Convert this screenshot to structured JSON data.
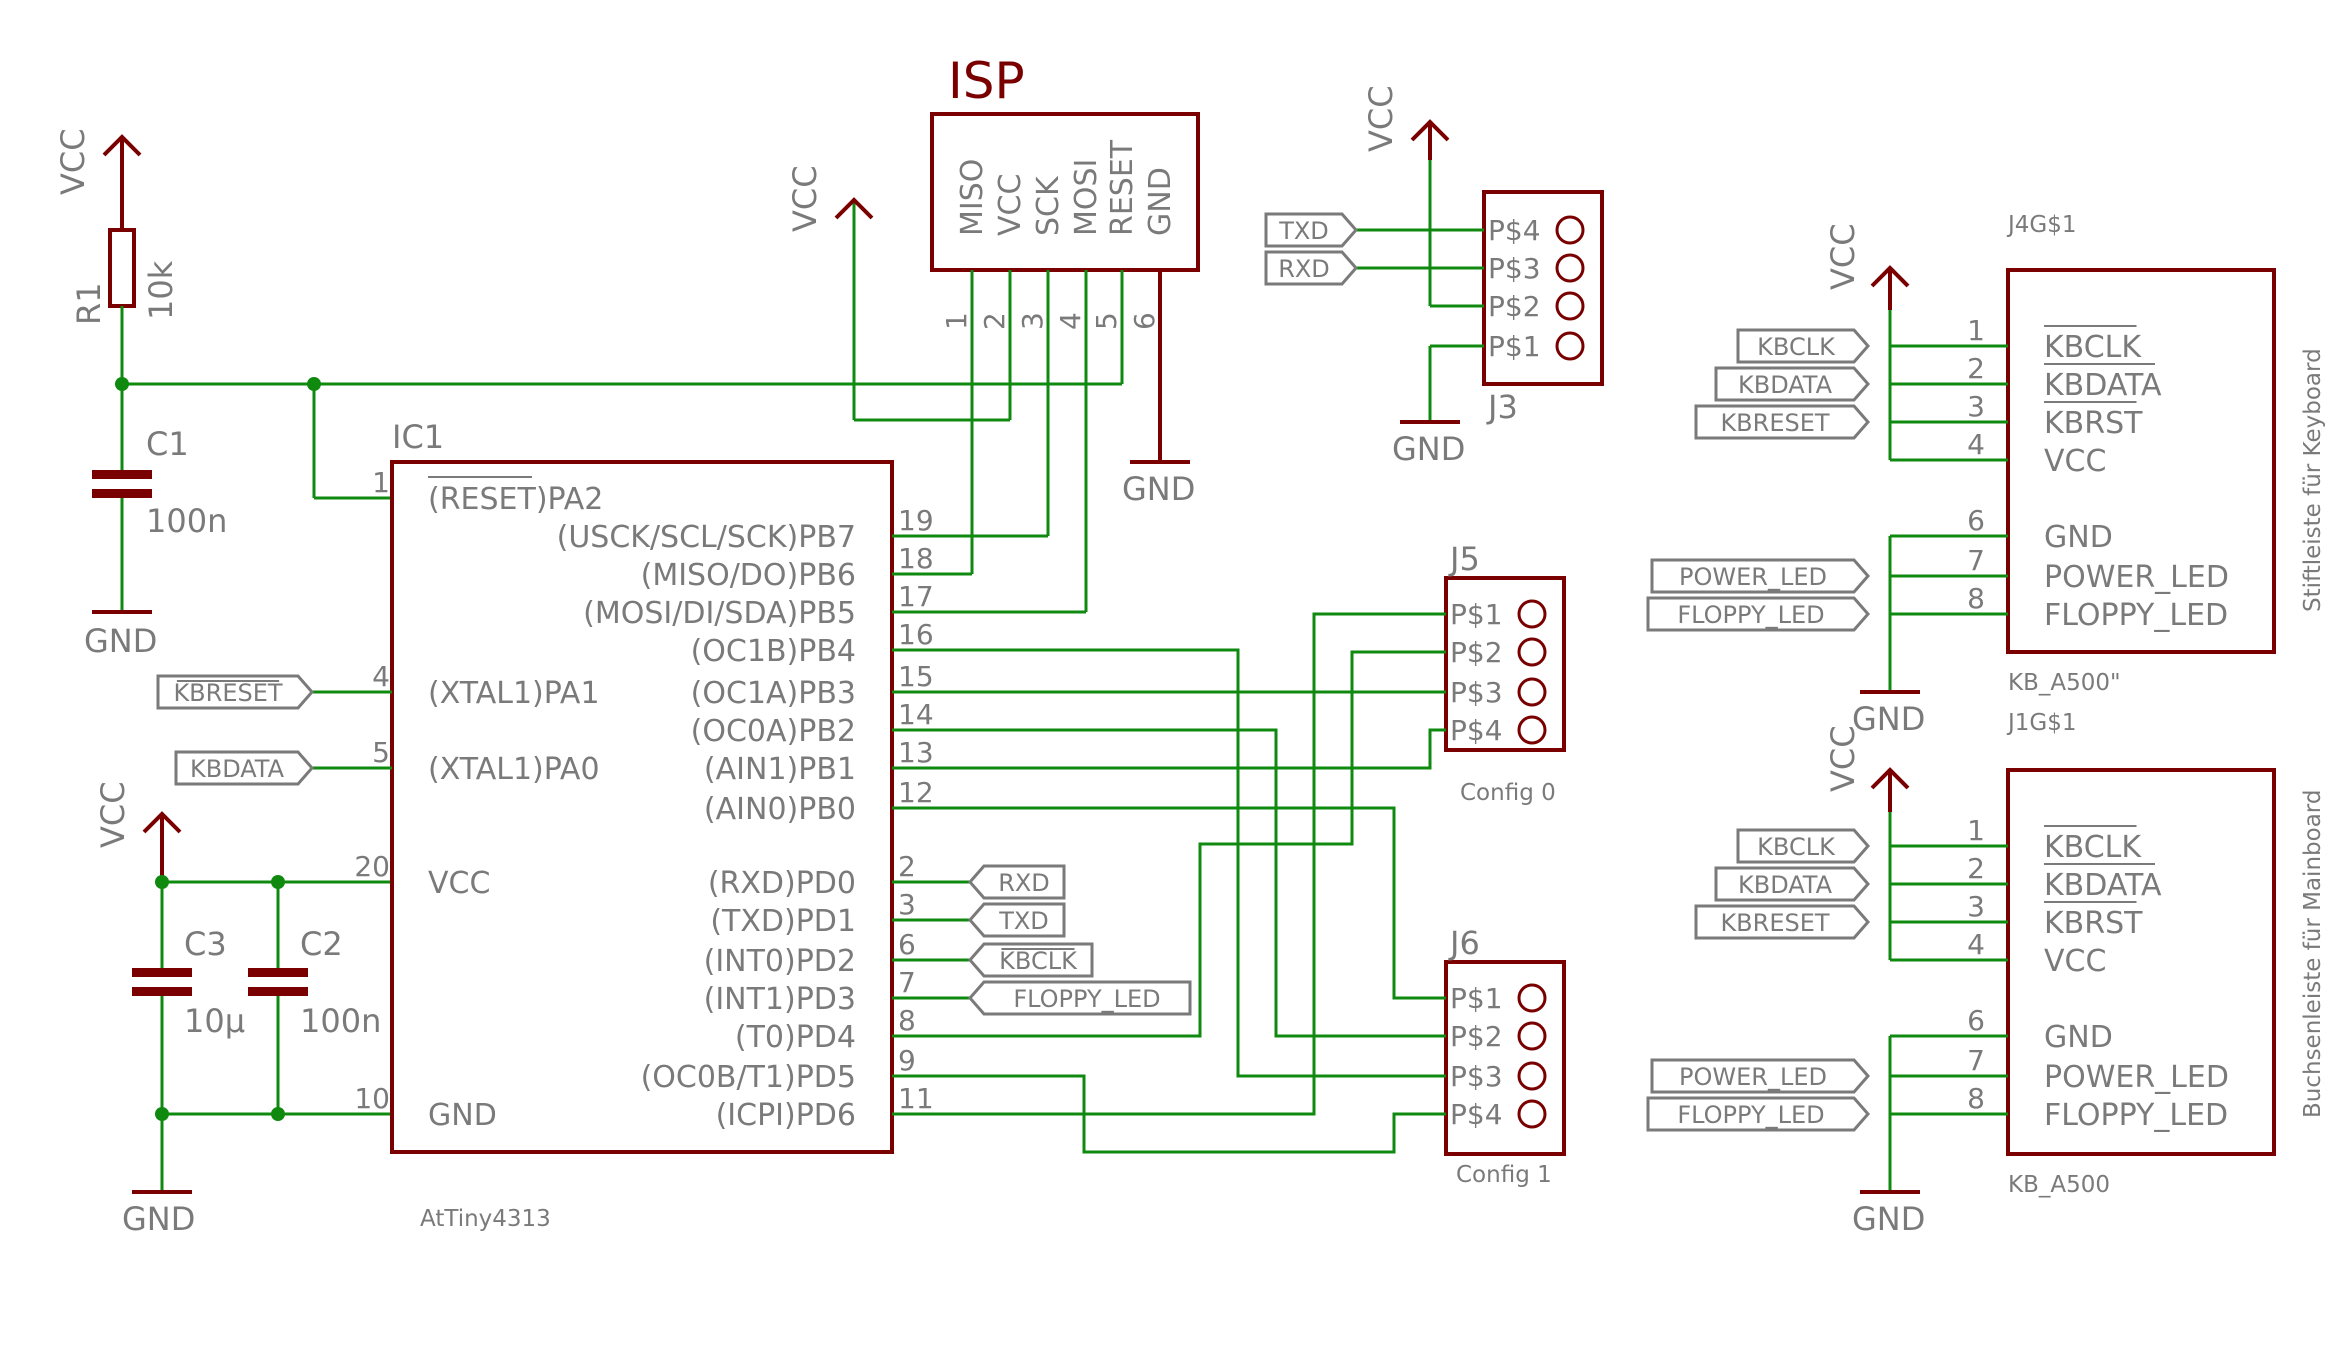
{
  "power": {
    "vcc": "VCC",
    "gnd": "GND"
  },
  "r1": {
    "ref": "R1",
    "value": "10k"
  },
  "c1": {
    "ref": "C1",
    "value": "100n"
  },
  "c2": {
    "ref": "C2",
    "value": "100n"
  },
  "c3": {
    "ref": "C3",
    "value": "10µ"
  },
  "ic1": {
    "ref": "IC1",
    "part": "AtTiny4313",
    "pins": [
      {
        "num": "1",
        "label": "(RESET)PA2"
      },
      {
        "num": "4",
        "label": "(XTAL1)PA1"
      },
      {
        "num": "5",
        "label": "(XTAL1)PA0"
      },
      {
        "num": "20",
        "label": "VCC"
      },
      {
        "num": "10",
        "label": "GND"
      },
      {
        "num": "19",
        "label": "(USCK/SCL/SCK)PB7"
      },
      {
        "num": "18",
        "label": "(MISO/DO)PB6"
      },
      {
        "num": "17",
        "label": "(MOSI/DI/SDA)PB5"
      },
      {
        "num": "16",
        "label": "(OC1B)PB4"
      },
      {
        "num": "15",
        "label": "(OC1A)PB3"
      },
      {
        "num": "14",
        "label": "(OC0A)PB2"
      },
      {
        "num": "13",
        "label": "(AIN1)PB1"
      },
      {
        "num": "12",
        "label": "(AIN0)PB0"
      },
      {
        "num": "2",
        "label": "(RXD)PD0"
      },
      {
        "num": "3",
        "label": "(TXD)PD1"
      },
      {
        "num": "6",
        "label": "(INT0)PD2"
      },
      {
        "num": "7",
        "label": "(INT1)PD3"
      },
      {
        "num": "8",
        "label": "(T0)PD4"
      },
      {
        "num": "9",
        "label": "(OC0B/T1)PD5"
      },
      {
        "num": "11",
        "label": "(ICPI)PD6"
      }
    ]
  },
  "isp": {
    "title": "ISP",
    "pins": [
      "MISO",
      "VCC",
      "SCK",
      "MOSI",
      "RESET",
      "GND"
    ],
    "nums": [
      "1",
      "2",
      "3",
      "4",
      "5",
      "6"
    ]
  },
  "j3": {
    "ref": "J3",
    "pins": [
      "P$4",
      "P$3",
      "P$2",
      "P$1"
    ]
  },
  "j5": {
    "ref": "J5",
    "name": "Config 0",
    "pins": [
      "P$1",
      "P$2",
      "P$3",
      "P$4"
    ]
  },
  "j6": {
    "ref": "J6",
    "name": "Config 1",
    "pins": [
      "P$1",
      "P$2",
      "P$3",
      "P$4"
    ]
  },
  "kb_top": {
    "ref": "J4G$1",
    "value": "KB_A500\"",
    "side": "Stiftleiste für Keyboard",
    "nums": [
      "1",
      "2",
      "3",
      "4",
      "6",
      "7",
      "8"
    ],
    "pins": [
      "KBCLK",
      "KBDATA",
      "KBRST",
      "VCC",
      "GND",
      "POWER_LED",
      "FLOPPY_LED"
    ]
  },
  "kb_bottom": {
    "ref": "J1G$1",
    "value": "KB_A500",
    "side": "Buchsenleiste für Mainboard",
    "nums": [
      "1",
      "2",
      "3",
      "4",
      "6",
      "7",
      "8"
    ],
    "pins": [
      "KBCLK",
      "KBDATA",
      "KBRST",
      "VCC",
      "GND",
      "POWER_LED",
      "FLOPPY_LED"
    ]
  },
  "nets": {
    "kbreset": "KBRESET",
    "kbdata": "KBDATA",
    "kbclk": "KBCLK",
    "rxd": "RXD",
    "txd": "TXD",
    "floppy_led": "FLOPPY_LED",
    "power_led": "POWER_LED"
  }
}
